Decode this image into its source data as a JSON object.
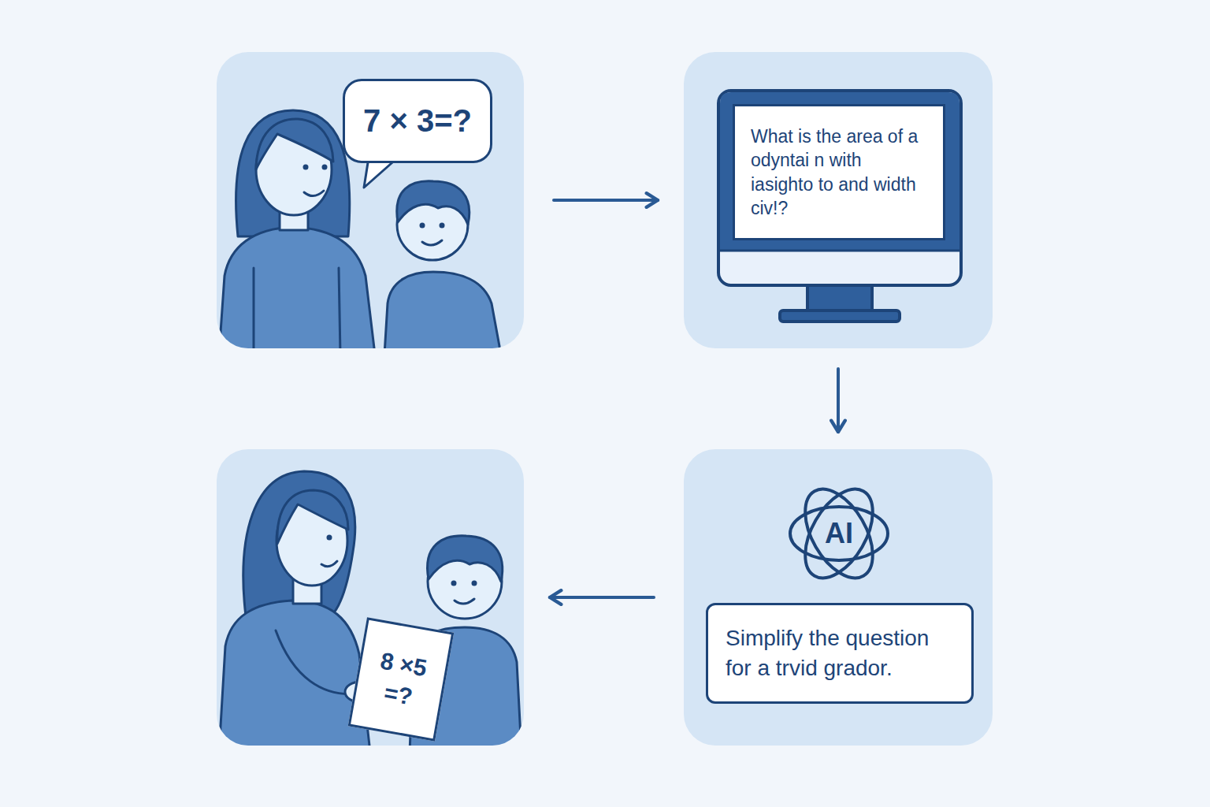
{
  "diagram": {
    "nodes": [
      {
        "text": []
      },
      {
        "text": [
          "7 × 3=?"
        ],
        "in": 0
      },
      {
        "text": []
      },
      {
        "text": [
          "What is the area of a odyntai n with iasighto to and width civ!?"
        ],
        "in": 2
      },
      {
        "text": []
      },
      {
        "text": [
          "AI"
        ],
        "in": 4
      },
      {
        "text": [
          "Simplify the question for a trvid grador."
        ],
        "in": 4
      },
      {
        "text": []
      },
      {
        "text": [
          "8 ×5 =?"
        ],
        "in": 7
      }
    ],
    "edges": [
      {
        "from": 0,
        "to": 2,
        "arrow": "to"
      },
      {
        "from": 2,
        "to": 4,
        "arrow": "to"
      },
      {
        "from": 4,
        "to": 7,
        "arrow": "to"
      }
    ]
  }
}
